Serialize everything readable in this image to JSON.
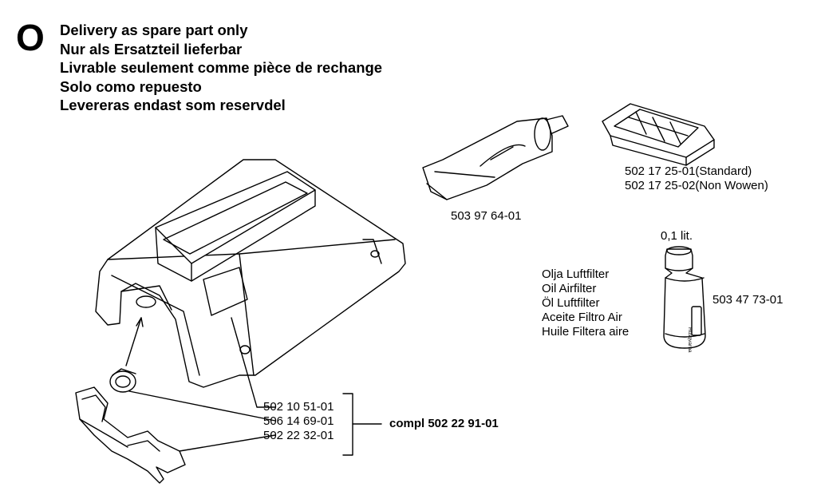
{
  "section_letter": "O",
  "header": {
    "lines": [
      "Delivery as spare part only",
      "Nur als Ersatzteil lieferbar",
      "Livrable seulement comme pièce de rechange",
      "Solo como repuesto",
      "Levereras endast som reservdel"
    ]
  },
  "parts": {
    "grease_tube": "503 97 64-01",
    "air_filter": [
      "502 17 25-01(Standard)",
      "502 17 25-02(Non Wowen)"
    ],
    "oil_bottle": {
      "volume": "0,1 lit.",
      "part_number": "503 47 73-01",
      "brand_text": "Husqvarna",
      "names": [
        "Olja Luftfilter",
        "Oil Airfilter",
        "Öl Luftfilter",
        "Aceite Filtro Air",
        "Huile Filtera aire"
      ]
    },
    "cover_group": {
      "items": [
        "502 10 51-01",
        "506 14 69-01",
        "502 22 32-01"
      ],
      "compl": "compl 502 22 91-01"
    }
  }
}
